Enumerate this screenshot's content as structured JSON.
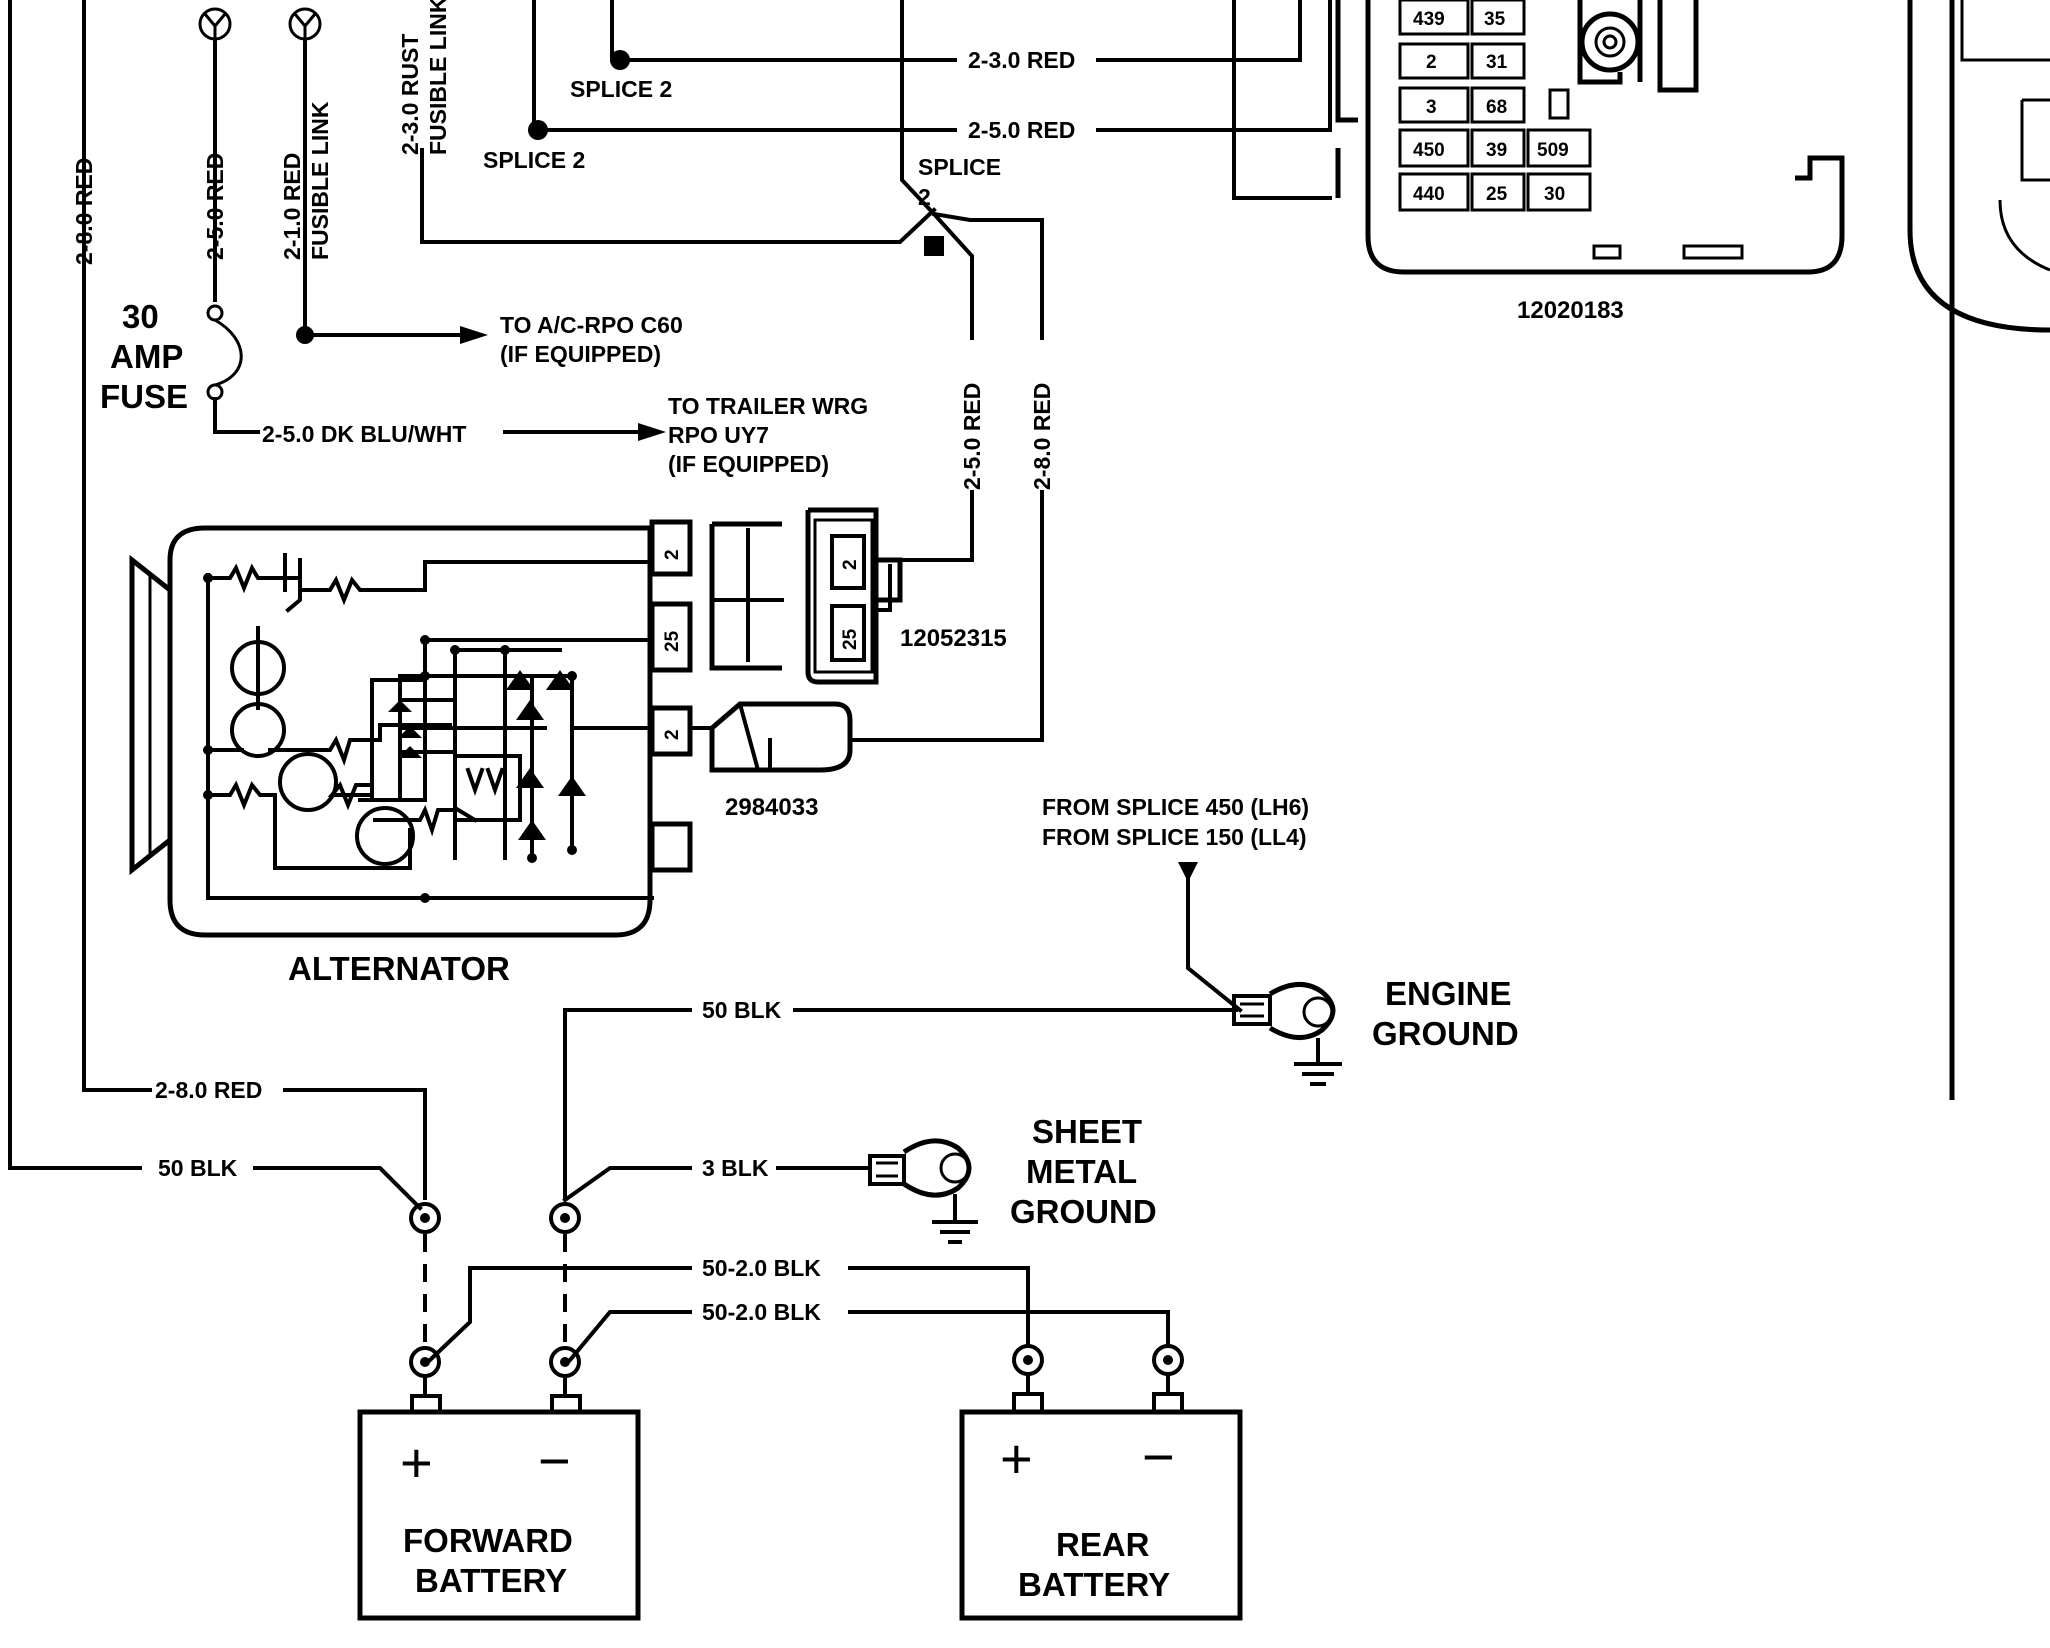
{
  "wires": {
    "red_2_30_top": "2-3.0 RED",
    "red_2_50_top": "2-5.0 RED",
    "red_2_80_left": "2-8.0 RED",
    "red_2_50_fuse": "2-5.0 RED",
    "red_2_10_fl": "2-1.0 RED",
    "fusible_link": "FUSIBLE LINK",
    "rust_fl_1": "2-3.0 RUST",
    "rust_fl_2": "FUSIBLE LINK",
    "red_2_50_vert": "2-5.0 RED",
    "red_2_80_vert": "2-8.0 RED",
    "dk_blu_wht": "2-5.0 DK BLU/WHT",
    "blk_50_engine": "50 BLK",
    "red_2_80_bottom": "2-8.0 RED",
    "blk_50_bottom": "50 BLK",
    "blk_3": "3 BLK",
    "blk_50_20_a": "50-2.0 BLK",
    "blk_50_20_b": "50-2.0 BLK"
  },
  "labels": {
    "splice2_a": "SPLICE 2",
    "splice2_b": "SPLICE 2",
    "splice2_c_1": "SPLICE",
    "splice2_c_2": "2",
    "fuse_1": "30",
    "fuse_2": "AMP",
    "fuse_3": "FUSE",
    "ac_1": "TO A/C-RPO C60",
    "ac_2": "(IF EQUIPPED)",
    "trailer_1": "TO TRAILER WRG",
    "trailer_2": "RPO UY7",
    "trailer_3": "(IF EQUIPPED)",
    "conn_12052315": "12052315",
    "conn_2984033": "2984033",
    "fusebox_part": "12020183",
    "alternator": "ALTERNATOR",
    "from_splice_1": "FROM SPLICE 450 (LH6)",
    "from_splice_2": "FROM SPLICE 150 (LL4)",
    "engine_ground_1": "ENGINE",
    "engine_ground_2": "GROUND",
    "sheet_ground_1": "SHEET",
    "sheet_ground_2": "METAL",
    "sheet_ground_3": "GROUND",
    "fwd_batt_1": "FORWARD",
    "fwd_batt_2": "BATTERY",
    "rear_batt_1": "REAR",
    "rear_batt_2": "BATTERY",
    "plus": "+",
    "minus": "−",
    "alt_pin_2a": "2",
    "alt_pin_25": "25",
    "alt_pin_2b": "2",
    "conn_pin_2": "2",
    "conn_pin_25": "25"
  },
  "fusebox_cells": [
    [
      "439",
      "35"
    ],
    [
      "2",
      "31"
    ],
    [
      "3",
      "68"
    ],
    [
      "450",
      "39",
      "509"
    ],
    [
      "440",
      "25",
      "30"
    ]
  ]
}
